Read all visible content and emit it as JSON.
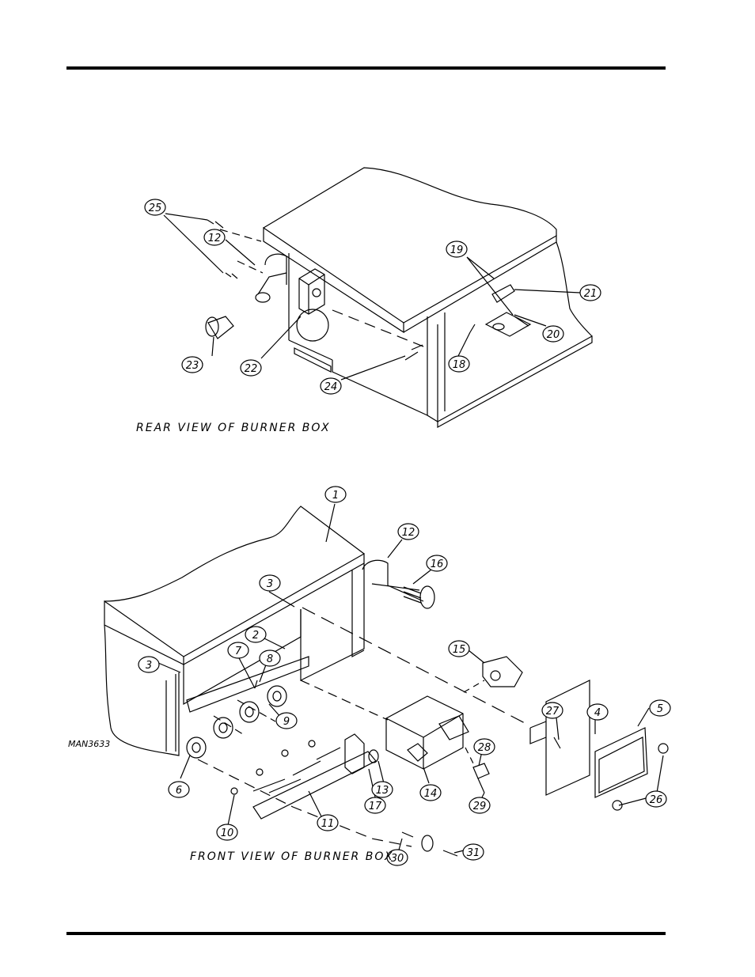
{
  "rear_view": {
    "caption": "REAR VIEW OF BURNER BOX",
    "callouts": [
      "25",
      "12",
      "19",
      "21",
      "20",
      "23",
      "22",
      "24",
      "18"
    ]
  },
  "front_view": {
    "caption": "FRONT VIEW OF BURNER BOX",
    "drawing_number": "MAN3633",
    "callouts": [
      "1",
      "12",
      "16",
      "3",
      "2",
      "3",
      "7",
      "8",
      "15",
      "9",
      "5",
      "27",
      "4",
      "6",
      "28",
      "13",
      "14",
      "26",
      "17",
      "11",
      "29",
      "10",
      "30",
      "31"
    ]
  }
}
